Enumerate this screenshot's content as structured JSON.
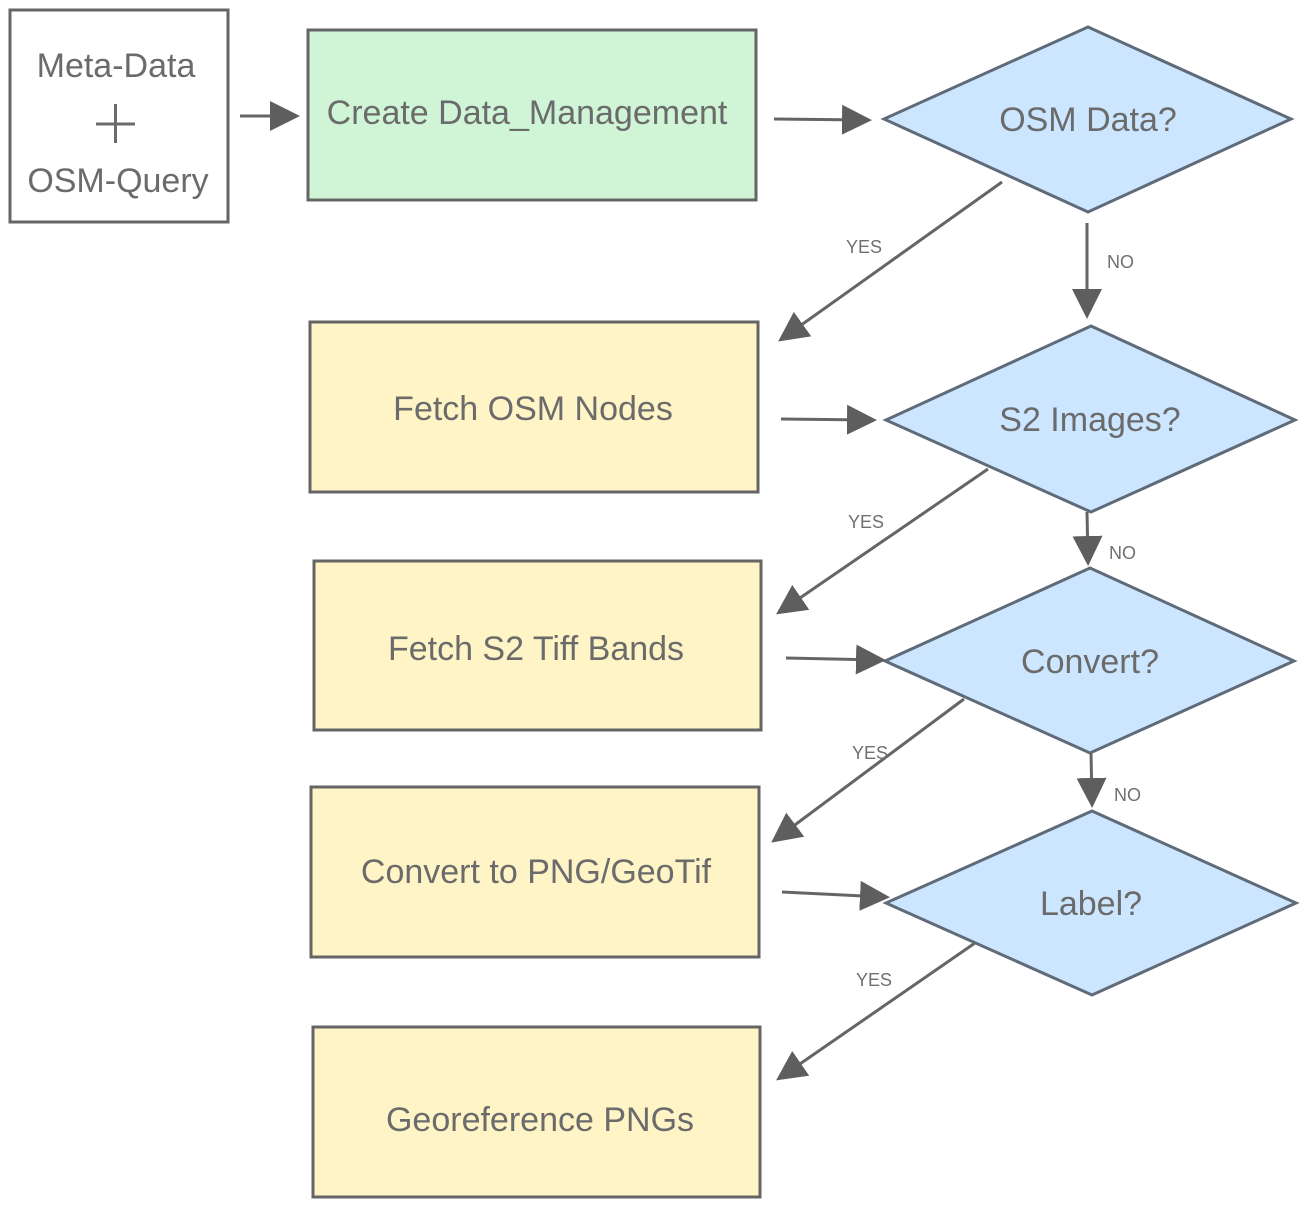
{
  "diagram": {
    "inputs": {
      "meta_data": "Meta-Data",
      "plus": "+",
      "osm_query": "OSM-Query"
    },
    "process": {
      "create_data_management": "Create Data_Management",
      "fetch_osm_nodes": "Fetch OSM Nodes",
      "fetch_s2_tiff_bands": "Fetch S2 Tiff Bands",
      "convert_to_png_geotif": "Convert to PNG/GeoTif",
      "georeference_pngs": "Georeference PNGs"
    },
    "decisions": {
      "osm_data": "OSM Data?",
      "s2_images": "S2 Images?",
      "convert": "Convert?",
      "label": "Label?"
    },
    "edge_labels": {
      "yes": "YES",
      "no": "NO"
    },
    "colors": {
      "green_fill": "#cff5d6",
      "yellow_fill": "#fff4c6",
      "blue_fill": "#cce6ff",
      "stroke": "#656565",
      "text": "#6b6b6b"
    }
  }
}
